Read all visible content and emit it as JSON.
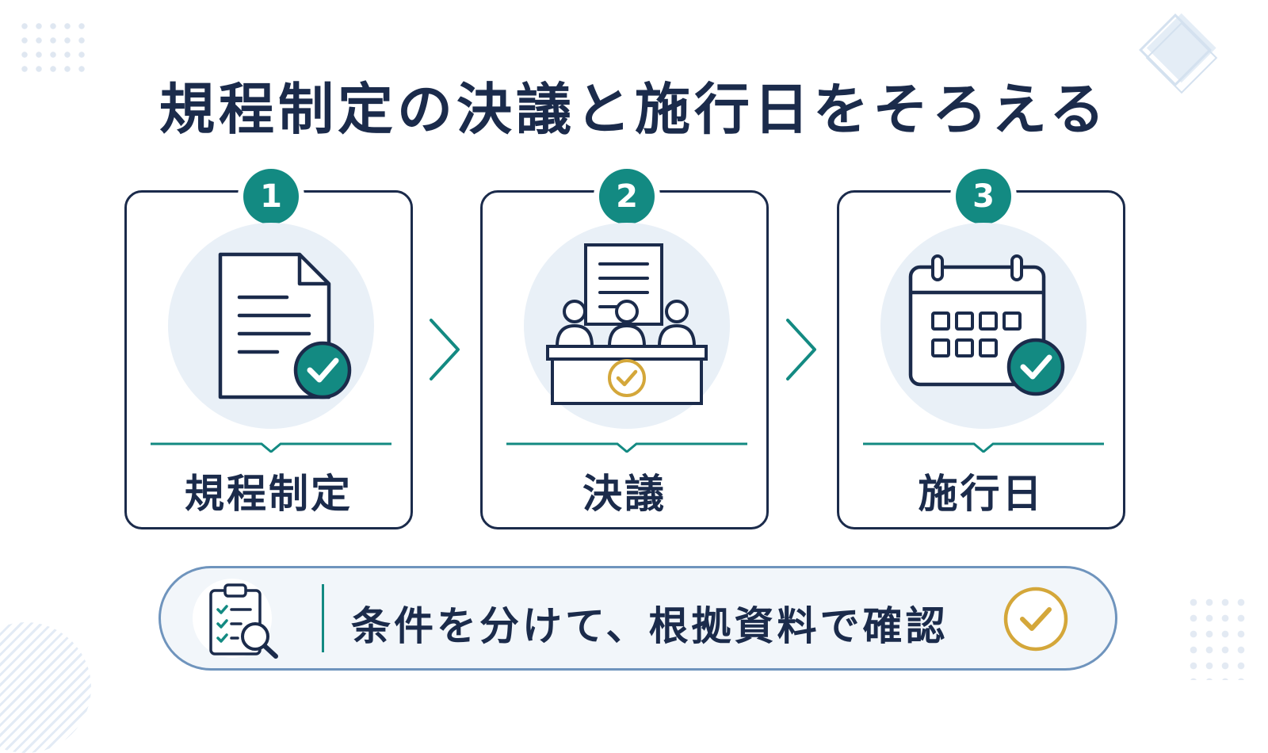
{
  "title": "規程制定の決議と施行日をそろえる",
  "steps": [
    {
      "number": "1",
      "label": "規程制定",
      "icon": "document-check-icon"
    },
    {
      "number": "2",
      "label": "決議",
      "icon": "board-meeting-icon"
    },
    {
      "number": "3",
      "label": "施行日",
      "icon": "calendar-check-icon"
    }
  ],
  "bottom": {
    "text": "条件を分けて、根拠資料で確認",
    "icon": "clipboard-search-icon",
    "end_icon": "check-circle-icon"
  },
  "colors": {
    "navy": "#1b2b4b",
    "teal": "#138a82",
    "gold": "#d4a73a",
    "light_circle": "#e9f0f7",
    "bar_border": "#6f94bd"
  }
}
